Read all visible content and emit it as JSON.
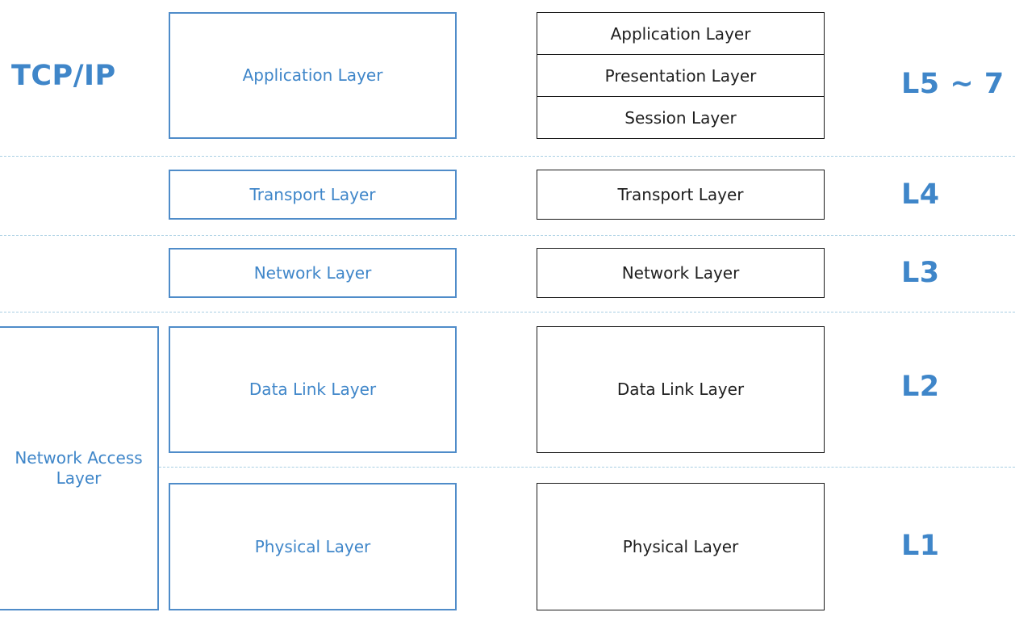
{
  "title": "TCP/IP",
  "tcp_ip": {
    "network_access": "Network Access Layer",
    "layers": [
      "Application Layer",
      "Transport Layer",
      "Network Layer",
      "Data Link Layer",
      "Physical Layer"
    ]
  },
  "osi": {
    "upper": [
      "Application Layer",
      "Presentation Layer",
      "Session Layer"
    ],
    "transport": "Transport Layer",
    "network": "Network Layer",
    "data_link": "Data Link Layer",
    "physical": "Physical Layer"
  },
  "level_labels": [
    "L5 ~ 7",
    "L4",
    "L3",
    "L2",
    "L1"
  ],
  "colors": {
    "tcp_accent": "#3f86c9",
    "osi_border": "#1a1a1a",
    "divider": "#a9cfe3"
  }
}
